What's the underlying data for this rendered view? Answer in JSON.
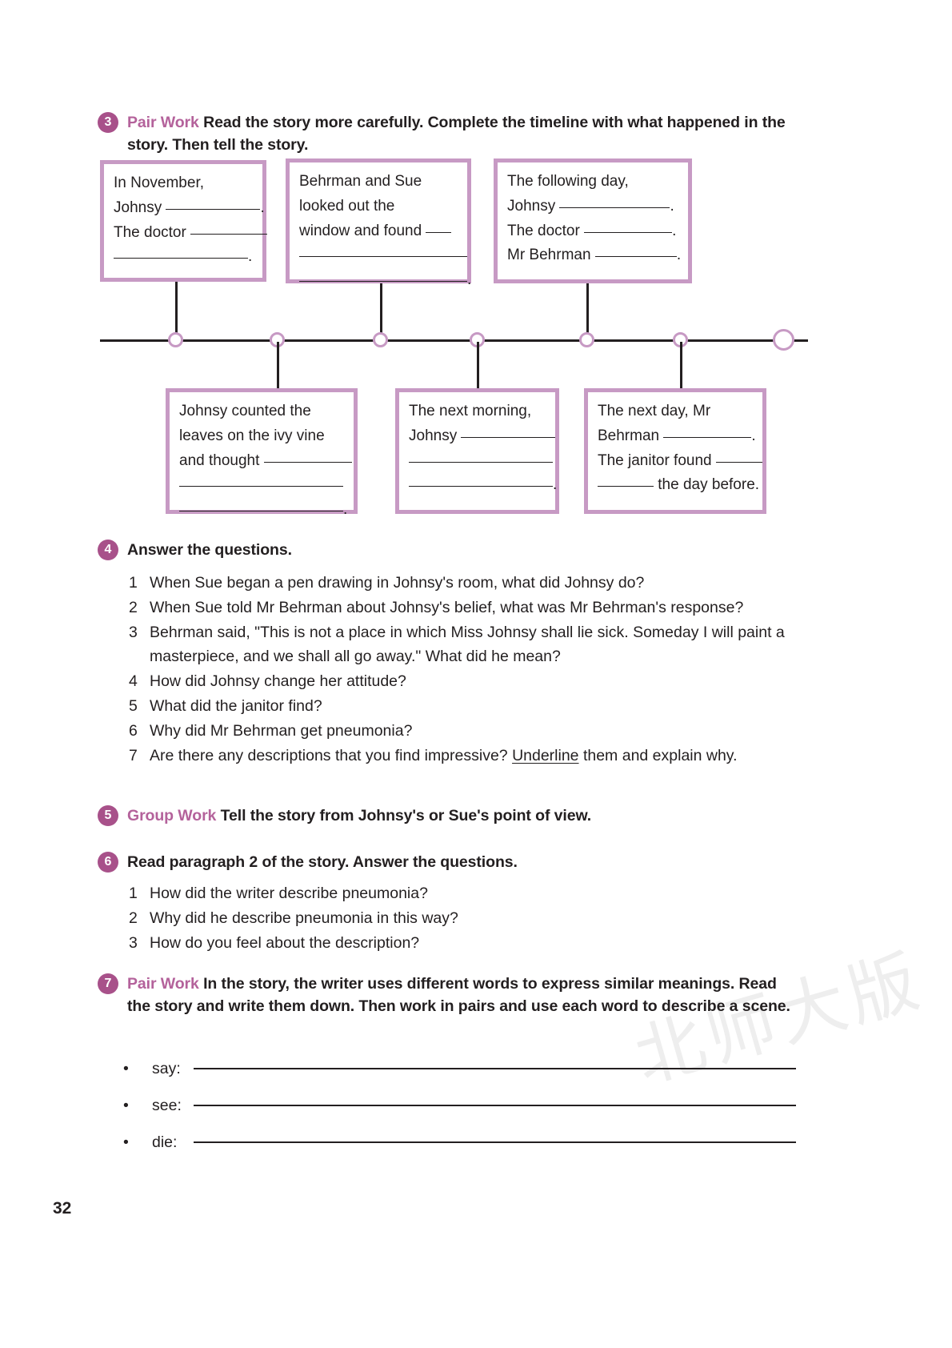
{
  "page_number": "32",
  "watermark": "北师大版",
  "tasks": {
    "t3": {
      "number": "3",
      "tag": "Pair Work",
      "instruction": "Read the story more carefully. Complete the timeline with what happened in the story. Then tell the story."
    },
    "t4": {
      "number": "4",
      "tag": "",
      "instruction": "Answer the questions.",
      "questions": [
        {
          "n": "1",
          "text": "When Sue began a pen drawing in Johnsy's room, what did Johnsy do?"
        },
        {
          "n": "2",
          "text": "When Sue told Mr Behrman about Johnsy's belief, what was Mr Behrman's response?"
        },
        {
          "n": "3",
          "text": "Behrman said, \"This is not a place in which Miss Johnsy shall lie sick. Someday I will paint a masterpiece, and we shall all go away.\" What did he mean?"
        },
        {
          "n": "4",
          "text": "How did Johnsy change her attitude?"
        },
        {
          "n": "5",
          "text": "What did the janitor find?"
        },
        {
          "n": "6",
          "text": "Why did Mr Behrman get pneumonia?"
        },
        {
          "n": "7",
          "text_before": "Are there any descriptions that you find impressive? ",
          "underlined": "Underline",
          "text_after": " them and explain why."
        }
      ]
    },
    "t5": {
      "number": "5",
      "tag": "Group Work",
      "instruction": "Tell the story from Johnsy's or Sue's point of view."
    },
    "t6": {
      "number": "6",
      "tag": "",
      "instruction": "Read paragraph 2 of the story. Answer the questions.",
      "questions": [
        {
          "n": "1",
          "text": "How did the writer describe pneumonia?"
        },
        {
          "n": "2",
          "text": "Why did he describe pneumonia in this way?"
        },
        {
          "n": "3",
          "text": "How do you feel about the description?"
        }
      ]
    },
    "t7": {
      "number": "7",
      "tag": "Pair Work",
      "instruction": "In the story, the writer uses different words to express similar meanings. Read the story and write them down. Then work in pairs and use each word to describe a scene.",
      "words": [
        {
          "bullet": "•",
          "label": "say:"
        },
        {
          "bullet": "•",
          "label": "see:"
        },
        {
          "bullet": "•",
          "label": "die:"
        }
      ]
    }
  },
  "timeline": {
    "boxes_top": [
      {
        "id": "box-1",
        "lines": [
          {
            "text": "In November,",
            "blank": 0
          },
          {
            "text": "Johnsy",
            "blank": 118,
            "tail": "."
          },
          {
            "text": "The doctor",
            "blank": 96
          },
          {
            "text": "",
            "blank": 168,
            "tail": "."
          }
        ]
      },
      {
        "id": "box-2",
        "lines": [
          {
            "text": "Behrman and Sue",
            "blank": 0
          },
          {
            "text": "looked out the",
            "blank": 0
          },
          {
            "text": "window and found",
            "blank": 32
          },
          {
            "text": "",
            "blank": 210
          },
          {
            "text": "",
            "blank": 210,
            "tail": "."
          }
        ]
      },
      {
        "id": "box-3",
        "lines": [
          {
            "text": "The following day,",
            "blank": 0
          },
          {
            "text": "Johnsy",
            "blank": 138,
            "tail": "."
          },
          {
            "text": "The doctor",
            "blank": 110,
            "tail": "."
          },
          {
            "text": "Mr Behrman",
            "blank": 102,
            "tail": "."
          }
        ]
      }
    ],
    "boxes_bottom": [
      {
        "id": "box-4",
        "lines": [
          {
            "text": "Johnsy counted the",
            "blank": 0
          },
          {
            "text": "leaves on the ivy vine",
            "blank": 0
          },
          {
            "text": "and thought",
            "blank": 110
          },
          {
            "text": "",
            "blank": 205
          },
          {
            "text": "",
            "blank": 205,
            "tail": "."
          }
        ]
      },
      {
        "id": "box-5",
        "lines": [
          {
            "text": "The next morning,",
            "blank": 0
          },
          {
            "text": "Johnsy",
            "blank": 118
          },
          {
            "text": "",
            "blank": 180
          },
          {
            "text": "",
            "blank": 180,
            "tail": "."
          }
        ]
      },
      {
        "id": "box-6",
        "lines": [
          {
            "text": "The next day, Mr",
            "blank": 0
          },
          {
            "text": "Behrman",
            "blank": 110,
            "tail": "."
          },
          {
            "text": "The janitor found",
            "blank": 58
          },
          {
            "text": "",
            "blank": 70,
            "tail": " the day before."
          }
        ]
      }
    ]
  },
  "colors": {
    "accent": "#a8518a",
    "tag_text": "#b4629b",
    "box_border": "#c79ac4",
    "ink": "#231f20"
  }
}
